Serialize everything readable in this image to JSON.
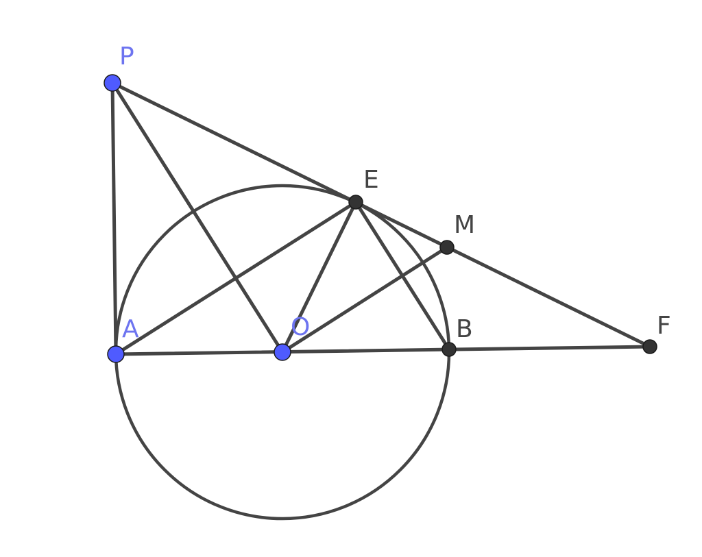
{
  "colors": {
    "line": "#444444",
    "free_point": "#4F5BFF",
    "free_label": "#6D74F0",
    "dependent_point": "#333333",
    "dependent_label": "#444444"
  },
  "diagram": {
    "points": [
      {
        "id": "P",
        "label": "P",
        "kind": "free"
      },
      {
        "id": "A",
        "label": "A",
        "kind": "free"
      },
      {
        "id": "O",
        "label": "O",
        "kind": "free"
      },
      {
        "id": "E",
        "label": "E",
        "kind": "dependent"
      },
      {
        "id": "M",
        "label": "M",
        "kind": "dependent"
      },
      {
        "id": "B",
        "label": "B",
        "kind": "dependent"
      },
      {
        "id": "F",
        "label": "F",
        "kind": "dependent"
      }
    ],
    "segments": [
      [
        "P",
        "A"
      ],
      [
        "P",
        "O"
      ],
      [
        "P",
        "F"
      ],
      [
        "A",
        "F"
      ],
      [
        "A",
        "E"
      ],
      [
        "O",
        "E"
      ],
      [
        "O",
        "M"
      ],
      [
        "E",
        "B"
      ]
    ],
    "circles": [
      {
        "center": "O",
        "through": "A"
      }
    ]
  }
}
